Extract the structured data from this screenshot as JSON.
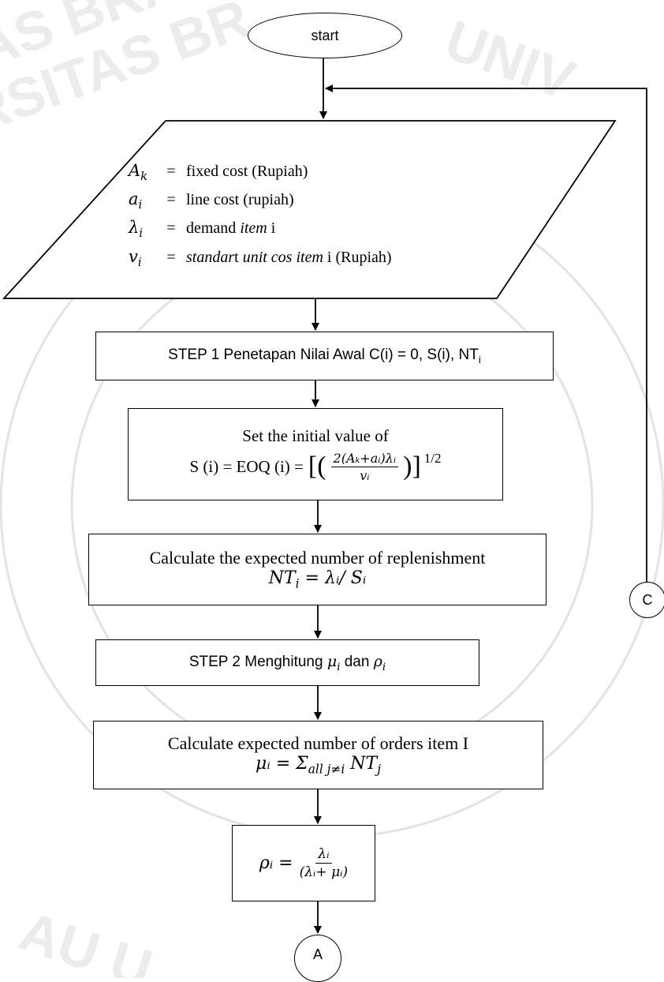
{
  "start_label": "start",
  "connector_c_label": "C",
  "connector_a_label": "A",
  "input_block": {
    "rows": [
      {
        "symbol": "A",
        "sub": "k",
        "eq": "=",
        "text": "fixed cost (Rupiah)"
      },
      {
        "symbol": "a",
        "sub": "i",
        "eq": "=",
        "text": "line cost (rupiah)"
      },
      {
        "symbol": "λ",
        "sub": "i",
        "eq": "=",
        "text_pre": "demand ",
        "text_italic": "item",
        "text_post": " i"
      },
      {
        "symbol": "v",
        "sub": "i",
        "eq": "=",
        "text_italic": "standar",
        "text_mid": "t ",
        "text_italic2": "unit cos item",
        "text_post": " i (Rupiah)"
      }
    ]
  },
  "step1": {
    "label": "STEP 1 Penetapan Nilai Awal C(i) = 0, S(i), NT",
    "sub": "i"
  },
  "set_initial": {
    "line1": "Set the initial value of",
    "lhs": "S (i) = EOQ (i) =",
    "numerator": "2(Aₖ+aᵢ)λᵢ",
    "denominator": "vᵢ",
    "exponent": "1/2"
  },
  "replenish": {
    "line1": "Calculate the expected number of replenishment",
    "formula_lhs": "NT",
    "formula_rhs": "= λᵢ/ Sᵢ"
  },
  "step2": {
    "label_pre": "STEP 2 Menghitung ",
    "mu": "μ",
    "dan": " dan ",
    "rho": "ρ",
    "sub": "i"
  },
  "orders": {
    "line1": "Calculate expected number of orders item I",
    "formula": "μᵢ = Σ",
    "range": "all j≠i",
    "tail": "NT"
  },
  "rho_box": {
    "lhs": "ρᵢ =",
    "numerator": "λᵢ",
    "denominator": "(λᵢ+ μᵢ)"
  },
  "colors": {
    "line": "#000000",
    "watermark": "#d9d9d9"
  }
}
